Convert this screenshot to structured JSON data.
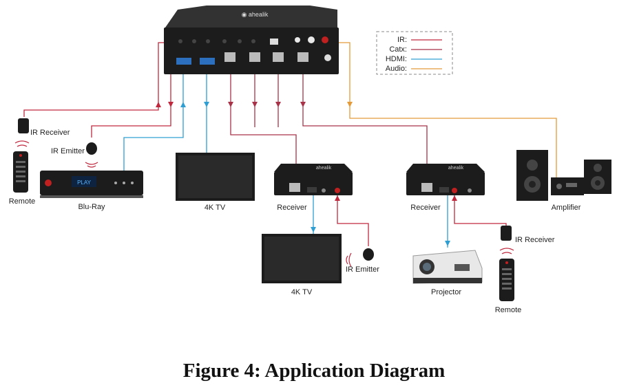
{
  "diagram": {
    "caption": "Figure 4: Application Diagram",
    "legend": {
      "ir": "IR:",
      "catx": "Catx:",
      "hdmi": "HDMI:",
      "audio": "Audio:"
    },
    "colors": {
      "ir": "#c0283e",
      "catx": "#a83248",
      "hdmi": "#2f9fd3",
      "audio": "#e59a3a",
      "device": "#1c1c1c"
    },
    "labels": {
      "ir_receiver_left": "IR Receiver",
      "ir_emitter_left": "IR Emitter",
      "remote_left": "Remote",
      "bluray": "Blu-Ray",
      "bluray_display": "PLAY",
      "tv_top": "4K TV",
      "receiver_1": "Receiver",
      "receiver_2": "Receiver",
      "amplifier": "Amplifier",
      "tv_bottom": "4K TV",
      "ir_emitter_bottom": "IR Emitter",
      "projector": "Projector",
      "ir_receiver_right": "IR Receiver",
      "remote_right": "Remote"
    }
  }
}
